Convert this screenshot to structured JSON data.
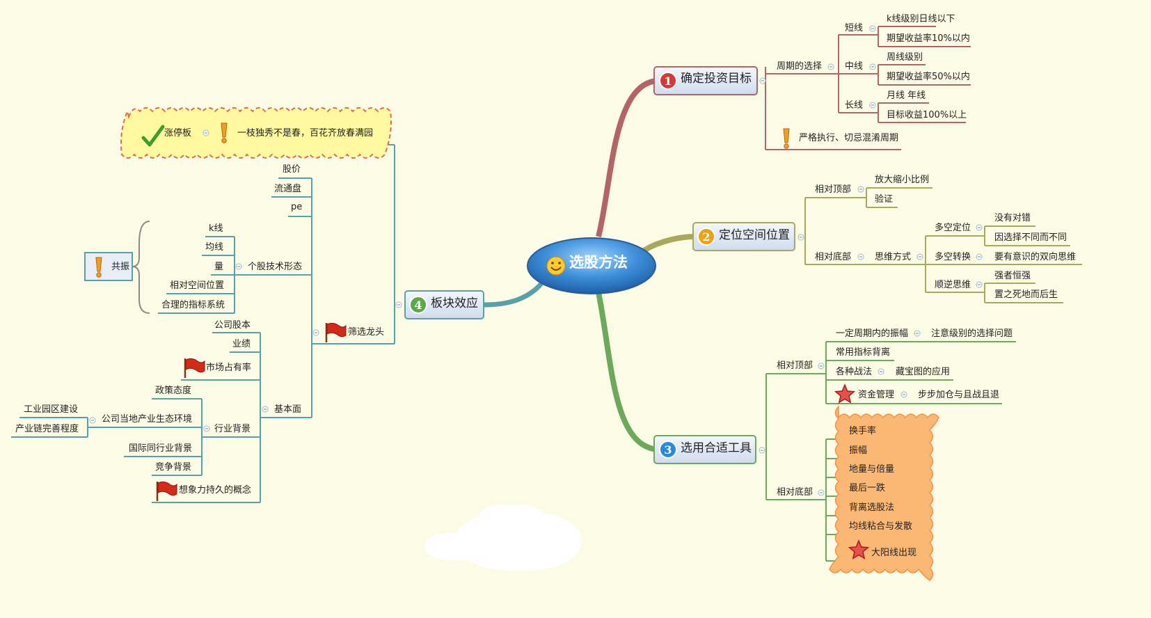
{
  "central": {
    "label": "选股方法"
  },
  "branches": [
    {
      "label": "确定投资目标",
      "number": "1",
      "children": [
        {
          "label": "周期的选择",
          "children": [
            {
              "label": "短线",
              "children": [
                {
                  "label": "k线级别日线以下"
                },
                {
                  "label": "期望收益率10%以内"
                }
              ]
            },
            {
              "label": "中线",
              "children": [
                {
                  "label": "周线级别"
                },
                {
                  "label": "期望收益率50%以内"
                }
              ]
            },
            {
              "label": "长线",
              "children": [
                {
                  "label": "月线 年线"
                },
                {
                  "label": "目标收益100%以上"
                }
              ]
            }
          ]
        },
        {
          "label": "严格执行、切忌混淆周期"
        }
      ]
    },
    {
      "label": "定位空间位置",
      "number": "2",
      "children": [
        {
          "label": "相对顶部",
          "children": [
            {
              "label": "放大缩小比例"
            },
            {
              "label": "验证"
            }
          ]
        },
        {
          "label": "相对底部",
          "children": [
            {
              "label": "思维方式",
              "children": [
                {
                  "label": "多空定位",
                  "children": [
                    {
                      "label": "没有对错"
                    },
                    {
                      "label": "因选择不同而不同"
                    }
                  ]
                },
                {
                  "label": "多空转换",
                  "children": [
                    {
                      "label": "要有意识的双向思维"
                    }
                  ]
                },
                {
                  "label": "顺逆思维",
                  "children": [
                    {
                      "label": "强者恒强"
                    },
                    {
                      "label": "置之死地而后生"
                    }
                  ]
                }
              ]
            }
          ]
        }
      ]
    },
    {
      "label": "选用合适工具",
      "number": "3",
      "children": [
        {
          "label": "相对顶部",
          "children": [
            {
              "label": "一定周期内的振幅",
              "children": [
                {
                  "label": "注意级别的选择问题"
                }
              ]
            },
            {
              "label": "常用指标背离"
            },
            {
              "label": "各种战法",
              "children": [
                {
                  "label": "藏宝图的应用"
                }
              ]
            },
            {
              "label": "资金管理",
              "children": [
                {
                  "label": "步步加仓与且战且退"
                }
              ]
            }
          ]
        },
        {
          "label": "相对底部",
          "children": [
            {
              "label": "换手率"
            },
            {
              "label": "振幅"
            },
            {
              "label": "地量与倍量"
            },
            {
              "label": "最后一跌"
            },
            {
              "label": "背离选股法"
            },
            {
              "label": "均线粘合与发散"
            },
            {
              "label": "大阳线出现"
            }
          ]
        }
      ]
    },
    {
      "label": "板块效应",
      "number": "4",
      "children": [
        {
          "label": "涨停板",
          "children": [
            {
              "label": "一枝独秀不是春，百花齐放春满园"
            }
          ]
        },
        {
          "label": "筛选龙头",
          "children": [
            {
              "label": "股价"
            },
            {
              "label": "流通盘"
            },
            {
              "label": "pe"
            },
            {
              "label": "个股技术形态",
              "children": [
                {
                  "label": "k线"
                },
                {
                  "label": "均线"
                },
                {
                  "label": "量"
                },
                {
                  "label": "相对空间位置"
                },
                {
                  "label": "合理的指标系统"
                }
              ]
            },
            {
              "label": "基本面",
              "children": [
                {
                  "label": "公司股本"
                },
                {
                  "label": "业绩"
                },
                {
                  "label": "市场占有率"
                },
                {
                  "label": "行业背景",
                  "children": [
                    {
                      "label": "政策态度"
                    },
                    {
                      "label": "公司当地产业生态环境",
                      "children": [
                        {
                          "label": "工业园区建设"
                        },
                        {
                          "label": "产业链完善程度"
                        }
                      ]
                    },
                    {
                      "label": "国际同行业背景"
                    },
                    {
                      "label": "竞争背景"
                    }
                  ]
                },
                {
                  "label": "想象力持久的概念"
                }
              ]
            }
          ]
        }
      ]
    }
  ],
  "callout": {
    "label": "共振"
  },
  "colors": {
    "background": "#fcfbe6",
    "branch1": "#b46464",
    "branch2": "#a8a95a",
    "branch3": "#6aaa5a",
    "branch4": "#5aa0a8",
    "central_fill": "#3d8fd8",
    "topic_fill": "#dfe8f5"
  }
}
